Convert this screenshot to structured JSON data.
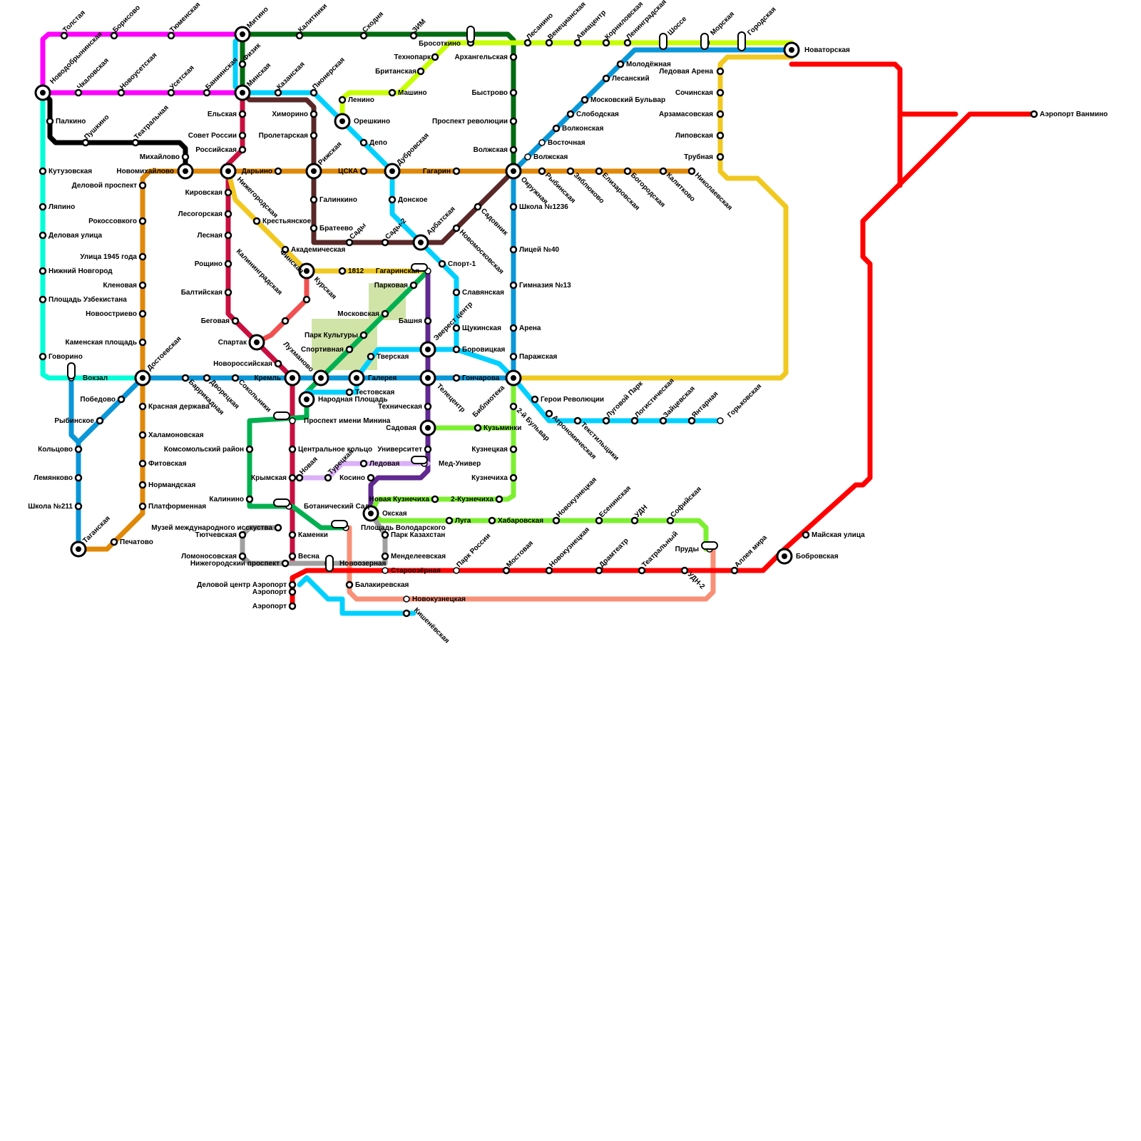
{
  "colors": {
    "magenta": "#ff00ff",
    "aqua": "#00ffd8",
    "black": "#000000",
    "cyan": "#00d0ff",
    "darkgreen": "#006b10",
    "lime": "#c6ff00",
    "blue": "#0a97d8",
    "orange": "#e08808",
    "crimson": "#c81040",
    "brown": "#5a2828",
    "yellow": "#f0c820",
    "salmonred": "#f05050",
    "green": "#00b050",
    "purple": "#602890",
    "lightgreen": "#7cf030",
    "lilac": "#dab0f8",
    "grey": "#a0a0a0",
    "peach": "#f89078",
    "red": "#ff0000",
    "park": "#d0e4a8"
  },
  "stations": [
    {
      "name": "Толстая",
      "r": "Толстая"
    },
    {
      "name": "Борисово"
    },
    {
      "name": "Тюменская"
    },
    {
      "name": "Митино"
    },
    {
      "name": "Калитники"
    },
    {
      "name": "Сходня"
    },
    {
      "name": "ЗИМ"
    },
    {
      "name": "Бросоткино"
    },
    {
      "name": "Лесанино"
    },
    {
      "name": "Венецианская"
    },
    {
      "name": "Авиацентр"
    },
    {
      "name": "Корниловская"
    },
    {
      "name": "Ленинградская"
    },
    {
      "name": "Шоссе"
    },
    {
      "name": "Морская"
    },
    {
      "name": "Городская"
    },
    {
      "name": "Новаторская"
    },
    {
      "name": "Новодобрынинская"
    },
    {
      "name": "Чкаловская"
    },
    {
      "name": "Новоусетская"
    },
    {
      "name": "Усетская"
    },
    {
      "name": "Баниинская"
    },
    {
      "name": "Физик"
    },
    {
      "name": "Минская"
    },
    {
      "name": "Казанская"
    },
    {
      "name": "Пионерская"
    },
    {
      "name": "Ленино"
    },
    {
      "name": "Машино"
    },
    {
      "name": "Британская"
    },
    {
      "name": "Технопарк"
    },
    {
      "name": "Архангельская"
    },
    {
      "name": "Молодёжная"
    },
    {
      "name": "Лесанский"
    },
    {
      "name": "Ледовая Арена"
    },
    {
      "name": "Сочинская"
    },
    {
      "name": "Арзамасовская"
    },
    {
      "name": "Липовская"
    },
    {
      "name": "Трубная"
    },
    {
      "name": "Палкино"
    },
    {
      "name": "Пушкино"
    },
    {
      "name": "Театральная"
    },
    {
      "name": "Ельская"
    },
    {
      "name": "Химорино"
    },
    {
      "name": "Орешкино"
    },
    {
      "name": "Быстрово"
    },
    {
      "name": "Московский Бульвар"
    },
    {
      "name": "Слободская"
    },
    {
      "name": "Проспект революции"
    },
    {
      "name": "Совет России"
    },
    {
      "name": "Пролетарская"
    },
    {
      "name": "Депо"
    },
    {
      "name": "Волконская"
    },
    {
      "name": "Восточная"
    },
    {
      "name": "Михайлово"
    },
    {
      "name": "Российская"
    },
    {
      "name": "Рижская"
    },
    {
      "name": "Дубровская"
    },
    {
      "name": "Волжская"
    },
    {
      "name": "Кутузовская"
    },
    {
      "name": "Новомихайлово"
    },
    {
      "name": "Нижегородская"
    },
    {
      "name": "Дарьино"
    },
    {
      "name": "ЦСКА"
    },
    {
      "name": "Гагарин"
    },
    {
      "name": "Окружная"
    },
    {
      "name": "Рыбинская"
    },
    {
      "name": "Зяблюково"
    },
    {
      "name": "Елизаровская"
    },
    {
      "name": "Богородская"
    },
    {
      "name": "Калитково"
    },
    {
      "name": "Николаевская"
    },
    {
      "name": "Деловой проспект"
    },
    {
      "name": "Кировская"
    },
    {
      "name": "Галинкино"
    },
    {
      "name": "Донское"
    },
    {
      "name": "Школа №1236"
    },
    {
      "name": "Ляпино"
    },
    {
      "name": "Садовник"
    },
    {
      "name": "Лесогорская"
    },
    {
      "name": "Крестьянское"
    },
    {
      "name": "Рокоссовкого"
    },
    {
      "name": "Братеево"
    },
    {
      "name": "Сады"
    },
    {
      "name": "Сады-2"
    },
    {
      "name": "Арбатская"
    },
    {
      "name": "Новомосковская"
    },
    {
      "name": "Лесная"
    },
    {
      "name": "Деловая улица"
    },
    {
      "name": "Академическая"
    },
    {
      "name": "Лицей №40"
    },
    {
      "name": "Улица 1945 года"
    },
    {
      "name": "Рощино"
    },
    {
      "name": "Спорт-1"
    },
    {
      "name": "1812"
    },
    {
      "name": "Гагаринская"
    },
    {
      "name": "Нижний Новгород"
    },
    {
      "name": "Курская"
    },
    {
      "name": "Финская"
    },
    {
      "name": "Кленовая"
    },
    {
      "name": "Парковая"
    },
    {
      "name": "Гимназия №13"
    },
    {
      "name": "Балтийская"
    },
    {
      "name": "Славянская"
    },
    {
      "name": "Площадь Узбекистана"
    },
    {
      "name": "Новоостриево"
    },
    {
      "name": "Московская"
    },
    {
      "name": "Калининградская"
    },
    {
      "name": "Беговая"
    },
    {
      "name": "Башня"
    },
    {
      "name": "Арена"
    },
    {
      "name": "Щукинская"
    },
    {
      "name": "Парк Культуры"
    },
    {
      "name": "Эверест центр"
    },
    {
      "name": "Спартак"
    },
    {
      "name": "Каменская площадь"
    },
    {
      "name": "Спортивная"
    },
    {
      "name": "Боровицкая"
    },
    {
      "name": "Тверская"
    },
    {
      "name": "Лухманово"
    },
    {
      "name": "Говорино"
    },
    {
      "name": "Паражская"
    },
    {
      "name": "Новороссийская"
    },
    {
      "name": "Достоевская"
    },
    {
      "name": "Вокзал"
    },
    {
      "name": "Баррикадная"
    },
    {
      "name": "Дворецкая"
    },
    {
      "name": "Сокольники"
    },
    {
      "name": "Кремль"
    },
    {
      "name": "Галерея"
    },
    {
      "name": "Гончарова"
    },
    {
      "name": "Тестовская"
    },
    {
      "name": "Народная Площадь"
    },
    {
      "name": "Библиотека"
    },
    {
      "name": "Телецентр"
    },
    {
      "name": "Герои Революции"
    },
    {
      "name": "Луговой Парк"
    },
    {
      "name": "Логистическая"
    },
    {
      "name": "Зайцевская"
    },
    {
      "name": "Янтарная"
    },
    {
      "name": "Горьковская"
    },
    {
      "name": "Победово"
    },
    {
      "name": "Красная держава"
    },
    {
      "name": "Техническая"
    },
    {
      "name": "2-й Бульвар"
    },
    {
      "name": "Агрономическая"
    },
    {
      "name": "Текстильщики"
    },
    {
      "name": "Рыбинское"
    },
    {
      "name": "Проспект имени Минина"
    },
    {
      "name": "Садовая"
    },
    {
      "name": "Кузьминки"
    },
    {
      "name": "Халамоновская"
    },
    {
      "name": "Кольцово"
    },
    {
      "name": "Комсомольский район"
    },
    {
      "name": "Центральное кольцо"
    },
    {
      "name": "Университет"
    },
    {
      "name": "Кузнецкая"
    },
    {
      "name": "Фитовская"
    },
    {
      "name": "Ледовая"
    },
    {
      "name": "Мед-Универ"
    },
    {
      "name": "Лемянково"
    },
    {
      "name": "Крымская"
    },
    {
      "name": "Новая"
    },
    {
      "name": "Турецкая"
    },
    {
      "name": "Косино"
    },
    {
      "name": "Кузнечиха"
    },
    {
      "name": "Нормандская"
    },
    {
      "name": "Калинино"
    },
    {
      "name": "Новая Кузнечиха"
    },
    {
      "name": "2-Кузнечиха"
    },
    {
      "name": "Школа №211"
    },
    {
      "name": "Платформенная"
    },
    {
      "name": "Ботанический Сад"
    },
    {
      "name": "Окская"
    },
    {
      "name": "Луга"
    },
    {
      "name": "Хабаровская"
    },
    {
      "name": "Новокузнецкая"
    },
    {
      "name": "Есенинская"
    },
    {
      "name": "УДН"
    },
    {
      "name": "Софийская"
    },
    {
      "name": "Музей международного исскуства"
    },
    {
      "name": "Площадь Володарского"
    },
    {
      "name": "Таганская"
    },
    {
      "name": "Тютчевская"
    },
    {
      "name": "Каменки"
    },
    {
      "name": "Парк Казахстан"
    },
    {
      "name": "Майская улица"
    },
    {
      "name": "Печатово"
    },
    {
      "name": "Парк России"
    },
    {
      "name": "Мостовая"
    },
    {
      "name": "Драмтеатр"
    },
    {
      "name": "Театральный"
    },
    {
      "name": "Пруды"
    },
    {
      "name": "Аллея мира"
    },
    {
      "name": "Ломоносовская"
    },
    {
      "name": "Весна"
    },
    {
      "name": "Менделеевская"
    },
    {
      "name": "Бобровская"
    },
    {
      "name": "Нижегородский проспект"
    },
    {
      "name": "Новоозерная"
    },
    {
      "name": "Староозёрная"
    },
    {
      "name": "УДН-2"
    },
    {
      "name": "Деловой центр Аэропорт"
    },
    {
      "name": "Балакиревская"
    },
    {
      "name": "Аэропорт"
    },
    {
      "name": "Кишенёвская"
    },
    {
      "name": "Аэропорт Ванмино"
    }
  ],
  "labels": {
    "s1": "Толстая",
    "s2": "Борисово",
    "s3": "Тюменская",
    "s4": "Митино",
    "s5": "Калитники",
    "s6": "Сходня",
    "s7": "ЗИМ",
    "s8": "Бросоткино",
    "s9": "Лесанино",
    "s10": "Венецианская",
    "s11": "Авиацентр",
    "s12": "Корниловская",
    "s13": "Ленинградская",
    "s14": "Шоссе",
    "s15": "Морская",
    "s16": "Городская",
    "s17": "Новаторская",
    "s18": "Новодобрынинская",
    "s19": "Чкаловская",
    "s20": "Новоусетская",
    "s21": "Усетская",
    "s22": "Баниинская",
    "s23": "Физик",
    "s24": "Минская",
    "s25": "Казанская",
    "s26": "Пионерская",
    "s27": "Ленино",
    "s28": "Машино",
    "s29": "Британская",
    "s30": "Технопарк",
    "s31": "Архангельская",
    "s32": "Молодёжная",
    "s33": "Лесанский",
    "s34": "Ледовая Арена",
    "s35": "Сочинская",
    "s36": "Арзамасовская",
    "s37": "Липовская",
    "s38": "Трубная",
    "s39": "Палкино",
    "s40": "Пушкино",
    "s41": "Театральная",
    "s42": "Ельская",
    "s43": "Химорино",
    "s44": "Орешкино",
    "s45": "Быстрово",
    "s46": "Московский Бульвар",
    "s47": "Слободская",
    "s48": "Проспект революции",
    "s49": "Совет России",
    "s50": "Пролетарская",
    "s51": "Депо",
    "s52": "Волконская",
    "s53": "Восточная",
    "s54": "Михайлово",
    "s55": "Российская",
    "s56": "Рижская",
    "s57": "Дубровская",
    "s58": "Волжская",
    "s58b": "Волжская",
    "s59": "Кутузовская",
    "s60": "Новомихайлово",
    "s61": "Нижегородская",
    "s62": "Дарьино",
    "s63": "ЦСКА",
    "s64": "Гагарин",
    "s65": "Окружная",
    "s66": "Рыбинская",
    "s67": "Зяблюково",
    "s68": "Елизаровская",
    "s69": "Богородская",
    "s70": "Калитково",
    "s71": "Николаевская",
    "s72": "Деловой проспект",
    "s73": "Кировская",
    "s74": "Галинкино",
    "s75": "Донское",
    "s76": "Школа №1236",
    "s77": "Ляпино",
    "s78": "Садовник",
    "s79": "Лесогорская",
    "s80": "Крестьянское",
    "s81": "Рокоссовкого",
    "s82": "Братеево",
    "s83": "Сады",
    "s84": "Сады-2",
    "s85": "Арбатская",
    "s86": "Новомосковская",
    "s87": "Лесная",
    "s88": "Деловая улица",
    "s89": "Академическая",
    "s90": "Лицей №40",
    "s91": "Улица 1945 года",
    "s92": "Рощино",
    "s93": "Спорт-1",
    "s94": "1812",
    "s95": "Гагаринская",
    "s96": "Нижний Новгород",
    "s97": "Курская",
    "s98": "Финская",
    "s99": "Кленовая",
    "s100": "Парковая",
    "s101": "Гимназия №13",
    "s102": "Балтийская",
    "s103": "Славянская",
    "s104": "Площадь Узбекистана",
    "s105": "Новоостриево",
    "s106": "Московская",
    "s107": "Калининградская",
    "s108": "Беговая",
    "s109": "Башня",
    "s110": "Арена",
    "s111": "Щукинская",
    "s112": "Парк Культуры",
    "s113": "Эверест центр",
    "s114": "Спартак",
    "s115": "Каменская площадь",
    "s116": "Спортивная",
    "s117": "Боровицкая",
    "s118": "Тверская",
    "s119": "Лухманово",
    "s120": "Говорино",
    "s121": "Паражская",
    "s122": "Новороссийская",
    "s123": "Достоевская",
    "s124": "Вокзал",
    "s125": "Баррикадная",
    "s126": "Дворецкая",
    "s127": "Сокольники",
    "s128": "Кремль",
    "s129": "Галерея",
    "s130": "Гончарова",
    "s131": "Тестовская",
    "s132": "Народная Площадь",
    "s133": "Библиотека",
    "s134": "Телецентр",
    "s135": "Герои Революции",
    "s136": "Луговой Парк",
    "s137": "Логистическая",
    "s138": "Зайцевская",
    "s139": "Янтарная",
    "s140": "Горьковская",
    "s141": "Победово",
    "s142": "Красная держава",
    "s143": "Техническая",
    "s144": "2-й Бульвар",
    "s145": "Агрономическая",
    "s146": "Текстильщики",
    "s147": "Рыбинское",
    "s148": "Проспект имени Минина",
    "s149": "Садовая",
    "s150": "Кузьминки",
    "s151": "Халамоновская",
    "s152": "Кольцово",
    "s153": "Комсомольский район",
    "s154": "Центральное кольцо",
    "s155": "Университет",
    "s156": "Кузнецкая",
    "s157": "Фитовская",
    "s158": "Ледовая",
    "s159": "Мед-Универ",
    "s160": "Лемянково",
    "s161": "Крымская",
    "s162": "Новая",
    "s163": "Турецкая",
    "s164": "Косино",
    "s165": "Кузнечиха",
    "s166": "Нормандская",
    "s167": "Калинино",
    "s168": "Новая Кузнечиха",
    "s169": "2-Кузнечиха",
    "s170": "Школа №211",
    "s171": "Платформенная",
    "s172": "Ботанический Сад",
    "s173": "Окская",
    "s174": "Луга",
    "s175": "Хабаровская",
    "s176": "Новокузнецкая",
    "s177": "Есенинская",
    "s178": "УДН",
    "s179": "Софийская",
    "s180": "Музей международного исскуства",
    "s181": "Площадь Володарского",
    "s182": "Таганская",
    "s183": "Тютчевская",
    "s184": "Каменки",
    "s185": "Парк Казахстан",
    "s186": "Майская улица",
    "s187": "Печатово",
    "s188": "Парк России",
    "s189": "Мостовая",
    "s190": "Новокузнецкая",
    "s191": "Драмтеатр",
    "s192": "Театральный",
    "s193": "Пруды",
    "s194": "Аллея мира",
    "s195": "Ломоносовская",
    "s196": "Весна",
    "s197": "Менделеевская",
    "s198": "Бобровская",
    "s199": "Нижегородский проспект",
    "s200": "Новоозерная",
    "s201": "Староозёрная",
    "s202": "УДН-2",
    "s203": "Деловой центр Аэропорт",
    "s204": "Аэропорт",
    "s205": "Балакиревская",
    "s206": "Аэропорт",
    "s207": "Кишенёвская",
    "s208": "Аэропорт Ванмино",
    "s209": "Новокузнецкая"
  }
}
